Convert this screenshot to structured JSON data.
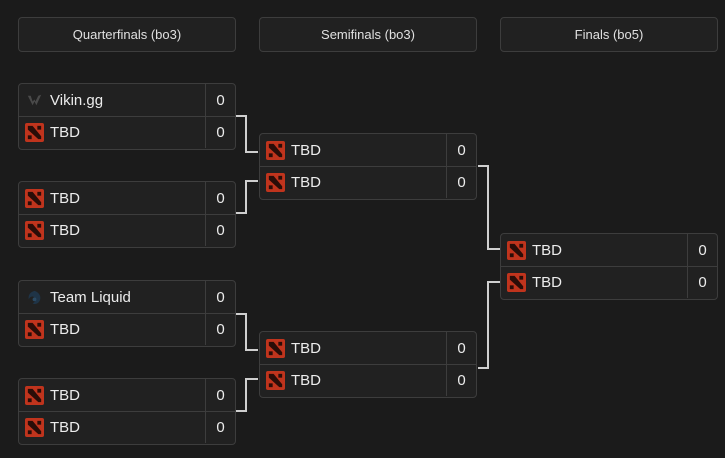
{
  "rounds": [
    {
      "title": "Quarterfinals (bo3)"
    },
    {
      "title": "Semifinals (bo3)"
    },
    {
      "title": "Finals (bo5)"
    }
  ],
  "colors": {
    "background": "#1b1b1b",
    "card": "#212121",
    "border": "#3d3d3d",
    "connector": "#cfcfcf",
    "dota_logo": "#c0341d"
  },
  "matches": {
    "qf1": {
      "teams": [
        {
          "name": "Vikin.gg",
          "score": "0",
          "icon": "vikin-gg-logo-icon"
        },
        {
          "name": "TBD",
          "score": "0",
          "icon": "dota2-logo-icon"
        }
      ]
    },
    "qf2": {
      "teams": [
        {
          "name": "TBD",
          "score": "0",
          "icon": "dota2-logo-icon"
        },
        {
          "name": "TBD",
          "score": "0",
          "icon": "dota2-logo-icon"
        }
      ]
    },
    "qf3": {
      "teams": [
        {
          "name": "Team Liquid",
          "score": "0",
          "icon": "team-liquid-logo-icon"
        },
        {
          "name": "TBD",
          "score": "0",
          "icon": "dota2-logo-icon"
        }
      ]
    },
    "qf4": {
      "teams": [
        {
          "name": "TBD",
          "score": "0",
          "icon": "dota2-logo-icon"
        },
        {
          "name": "TBD",
          "score": "0",
          "icon": "dota2-logo-icon"
        }
      ]
    },
    "sf1": {
      "teams": [
        {
          "name": "TBD",
          "score": "0",
          "icon": "dota2-logo-icon"
        },
        {
          "name": "TBD",
          "score": "0",
          "icon": "dota2-logo-icon"
        }
      ]
    },
    "sf2": {
      "teams": [
        {
          "name": "TBD",
          "score": "0",
          "icon": "dota2-logo-icon"
        },
        {
          "name": "TBD",
          "score": "0",
          "icon": "dota2-logo-icon"
        }
      ]
    },
    "final": {
      "teams": [
        {
          "name": "TBD",
          "score": "0",
          "icon": "dota2-logo-icon"
        },
        {
          "name": "TBD",
          "score": "0",
          "icon": "dota2-logo-icon"
        }
      ]
    }
  }
}
